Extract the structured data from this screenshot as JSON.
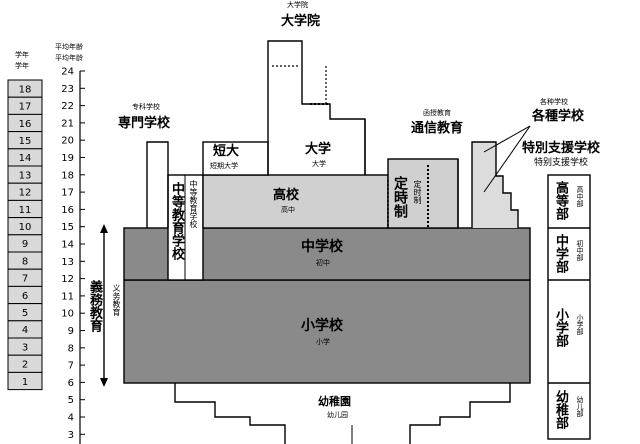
{
  "header": {
    "grade_label_ja": "学年",
    "grade_label_zh": "学年",
    "age_label_ja": "平均年齢",
    "age_label_zh": "平均年龄"
  },
  "grades": [
    "18",
    "17",
    "16",
    "15",
    "14",
    "13",
    "12",
    "11",
    "10",
    "9",
    "8",
    "7",
    "6",
    "5",
    "4",
    "3",
    "2",
    "1"
  ],
  "ages": [
    "24",
    "23",
    "22",
    "21",
    "20",
    "19",
    "18",
    "17",
    "16",
    "15",
    "14",
    "13",
    "12",
    "11",
    "10",
    "9",
    "8",
    "7",
    "6",
    "5",
    "4",
    "3"
  ],
  "schools": {
    "graduate": {
      "zh": "大学院",
      "ja": "大学院"
    },
    "university": {
      "ja": "大学",
      "zh": "大学"
    },
    "junior_college": {
      "ja": "短大",
      "zh": "短期大学"
    },
    "vocational": {
      "zh": "专科学校",
      "ja": "専門学校"
    },
    "high_school": {
      "ja": "高校",
      "zh": "高中"
    },
    "secondary_school": {
      "ja": "中等教育学校",
      "zh": "中等教育学校"
    },
    "part_time": {
      "ja": "定時制",
      "zh": "定时制"
    },
    "correspondence": {
      "zh": "函授教育",
      "ja": "通信教育"
    },
    "misc": {
      "zh": "各种学校",
      "ja": "各種学校"
    },
    "middle_school": {
      "ja": "中学校",
      "zh": "初中"
    },
    "elementary": {
      "ja": "小学校",
      "zh": "小学"
    },
    "kindergarten": {
      "ja": "幼稚園",
      "zh": "幼儿园"
    },
    "compulsory": {
      "ja": "義務教育",
      "zh": "义务教育"
    },
    "special": {
      "ja": "特別支援学校",
      "zh": "特别支援学校",
      "high_ja": "高等部",
      "high_zh": "高中部",
      "middle_ja": "中学部",
      "middle_zh": "初中部",
      "elem_ja": "小学部",
      "elem_zh": "小学部",
      "kinder_ja": "幼稚部",
      "kinder_zh": "幼儿部"
    }
  },
  "colors": {
    "lower_grey": "#8a8a8a",
    "high_grey": "#d0d0d0",
    "light_grey": "#dcdcdc",
    "line": "#000000"
  }
}
